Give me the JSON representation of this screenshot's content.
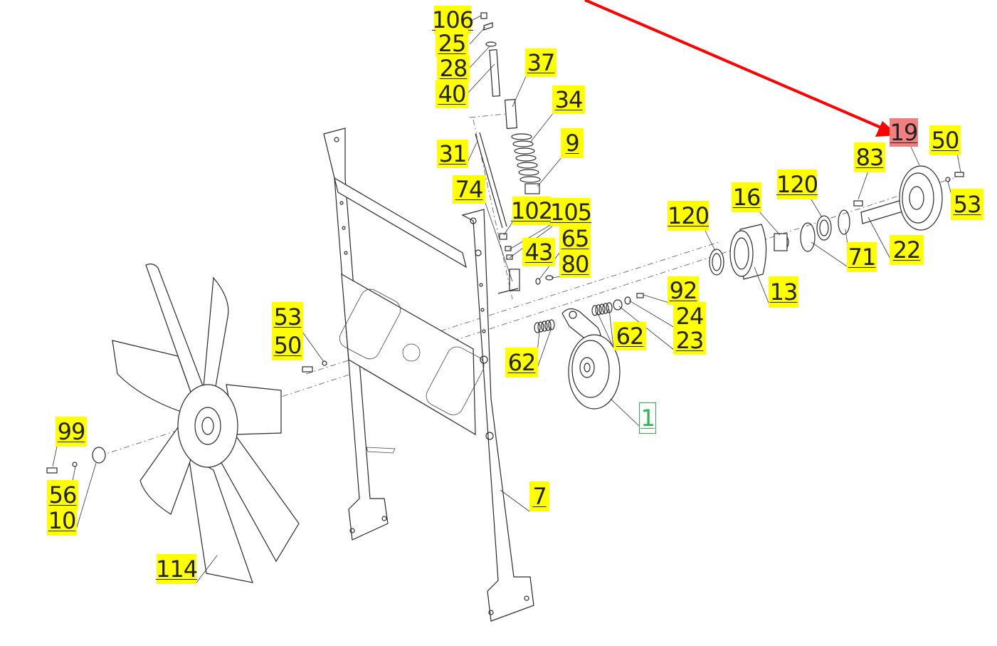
{
  "diagram": {
    "arrow_color": "#ff0000",
    "highlight_color": "#ffff00",
    "selected_color": "#f08080",
    "current_color": "#2db34a",
    "callouts": [
      {
        "label": "106",
        "style": "yellow"
      },
      {
        "label": "25",
        "style": "yellow"
      },
      {
        "label": "28",
        "style": "yellow"
      },
      {
        "label": "40",
        "style": "yellow"
      },
      {
        "label": "37",
        "style": "yellow"
      },
      {
        "label": "34",
        "style": "yellow"
      },
      {
        "label": "9",
        "style": "yellow"
      },
      {
        "label": "31",
        "style": "yellow"
      },
      {
        "label": "74",
        "style": "yellow"
      },
      {
        "label": "102",
        "style": "yellow"
      },
      {
        "label": "105",
        "style": "yellow"
      },
      {
        "label": "65",
        "style": "yellow"
      },
      {
        "label": "43",
        "style": "yellow"
      },
      {
        "label": "80",
        "style": "yellow"
      },
      {
        "label": "120",
        "style": "yellow"
      },
      {
        "label": "16",
        "style": "yellow"
      },
      {
        "label": "120",
        "style": "yellow"
      },
      {
        "label": "83",
        "style": "yellow"
      },
      {
        "label": "19",
        "style": "red"
      },
      {
        "label": "50",
        "style": "yellow"
      },
      {
        "label": "53",
        "style": "yellow"
      },
      {
        "label": "22",
        "style": "yellow"
      },
      {
        "label": "71",
        "style": "yellow"
      },
      {
        "label": "13",
        "style": "yellow"
      },
      {
        "label": "92",
        "style": "yellow"
      },
      {
        "label": "24",
        "style": "yellow"
      },
      {
        "label": "23",
        "style": "yellow"
      },
      {
        "label": "62",
        "style": "yellow"
      },
      {
        "label": "62",
        "style": "yellow"
      },
      {
        "label": "1",
        "style": "green"
      },
      {
        "label": "53",
        "style": "yellow"
      },
      {
        "label": "50",
        "style": "yellow"
      },
      {
        "label": "99",
        "style": "yellow"
      },
      {
        "label": "56",
        "style": "yellow"
      },
      {
        "label": "10",
        "style": "yellow"
      },
      {
        "label": "114",
        "style": "yellow"
      },
      {
        "label": "7",
        "style": "yellow"
      }
    ]
  }
}
